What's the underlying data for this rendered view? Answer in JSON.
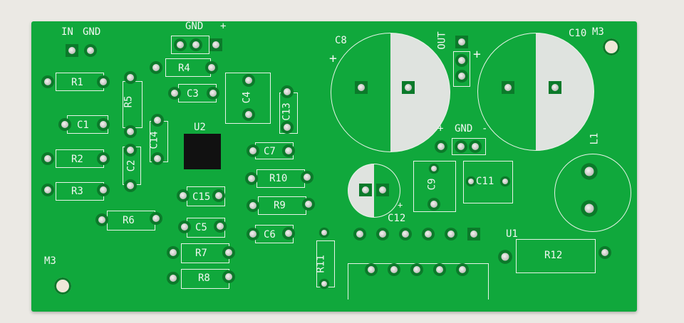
{
  "scene": {
    "subject": "Bare green printed circuit board (unpopulated except U2 SMD chip)",
    "board_color": "#10a83c",
    "silkscreen_color": "#f2f7f2",
    "background_color": "#ebe9e4"
  },
  "connectors": {
    "input": {
      "labels": [
        "IN",
        "GND"
      ]
    },
    "power": {
      "labels": [
        "GND",
        "+"
      ]
    },
    "output": {
      "label": "OUT"
    },
    "supply": {
      "labels": [
        "+",
        "GND",
        "-"
      ]
    }
  },
  "components": {
    "resistors": [
      "R1",
      "R2",
      "R3",
      "R4",
      "R5",
      "R6",
      "R7",
      "R8",
      "R9",
      "R10",
      "R11",
      "R12"
    ],
    "capacitors": [
      "C1",
      "C2",
      "C3",
      "C4",
      "C5",
      "C6",
      "C7",
      "C8",
      "C9",
      "C10",
      "C11",
      "C12",
      "C13",
      "C14",
      "C15"
    ],
    "ics": [
      "U1",
      "U2"
    ],
    "inductors": [
      "L1"
    ],
    "mounting_holes": [
      "M3",
      "M3"
    ]
  },
  "polarity_marks": {
    "plus": "+"
  }
}
